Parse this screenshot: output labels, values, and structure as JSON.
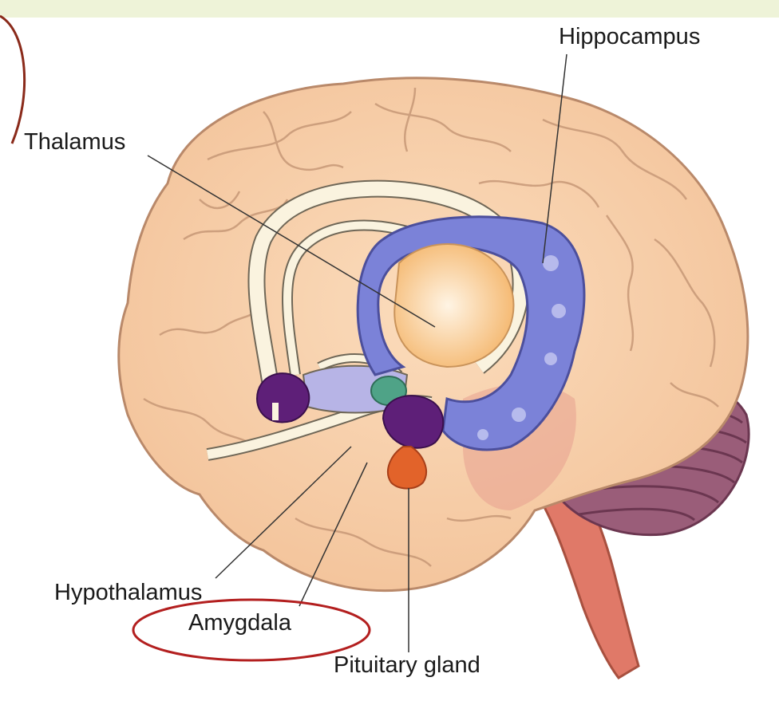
{
  "labels": {
    "hippocampus": "Hippocampus",
    "thalamus": "Thalamus",
    "hypothalamus": "Hypothalamus",
    "amygdala": "Amygdala",
    "pituitary_gland": "Pituitary gland"
  },
  "colors": {
    "top_band": "#eef3d8",
    "cortex": "#f7cfa9",
    "cortex_outline": "#b9896a",
    "hippocampus": "#7b82d8",
    "thalamus": "#f6bd79",
    "amygdala": "#5e1f78",
    "pituitary": "#e2632a",
    "fornix": "#faf3df",
    "cerebellum": "#9a5d79",
    "brainstem": "#e07968",
    "highlight_ring": "#b31f1f",
    "teal_nucleus": "#4fa387"
  }
}
